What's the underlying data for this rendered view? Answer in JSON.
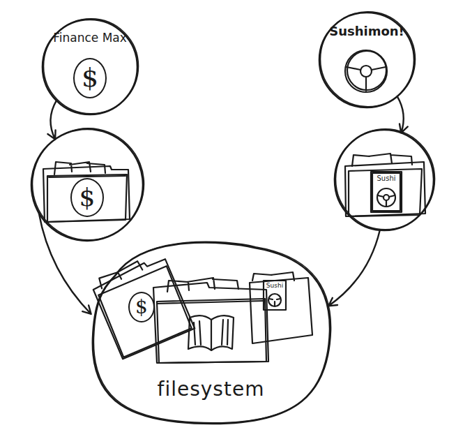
{
  "diagram": {
    "nodes": [
      {
        "text": [
          "Finance Max",
          "$"
        ]
      },
      {
        "text": [
          "Sushimon!"
        ]
      },
      {
        "text": [
          "$"
        ]
      },
      {
        "text": [
          "Sushi"
        ]
      },
      {
        "text": [
          "filesystem"
        ]
      }
    ],
    "edges": [
      {
        "from": 0,
        "to": 2,
        "arrow": "to"
      },
      {
        "from": 1,
        "to": 3,
        "arrow": "to"
      },
      {
        "from": 2,
        "to": 4,
        "arrow": "to"
      },
      {
        "from": 3,
        "to": 4,
        "arrow": "to"
      }
    ],
    "labels": [
      "$",
      "Sushi"
    ]
  }
}
